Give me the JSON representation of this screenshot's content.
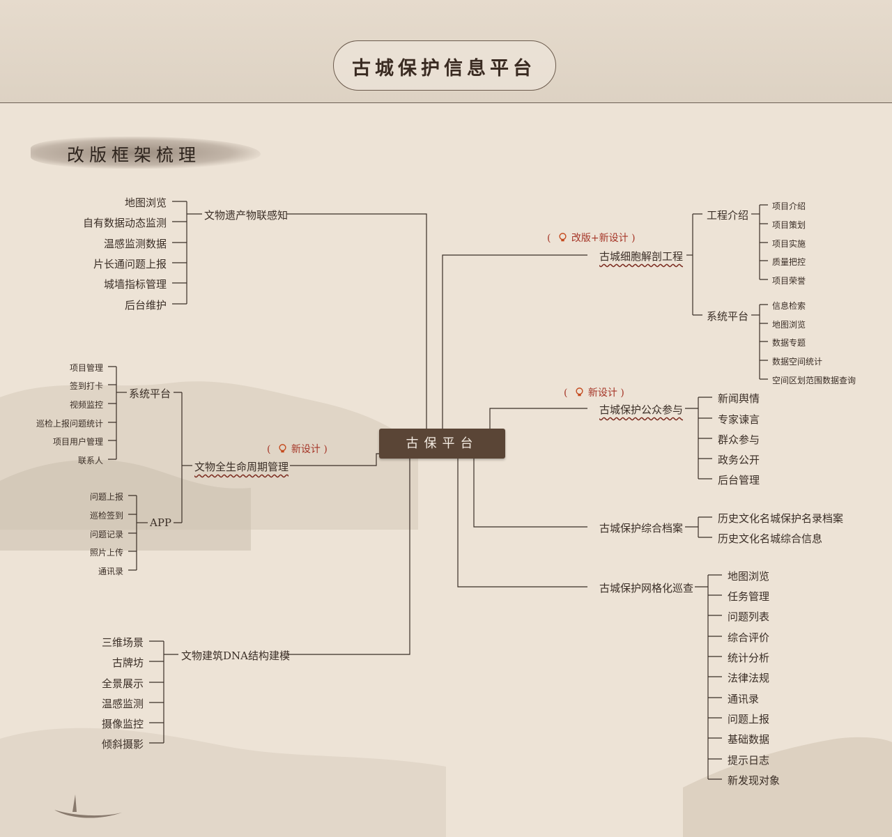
{
  "header": {
    "title": "古城保护信息平台"
  },
  "section_title": "改版框架梳理",
  "root": "古保平台",
  "tags": {
    "revamp_new": "改版+新设计",
    "new": "新设计"
  },
  "left_branches": {
    "iot": {
      "label": "文物遗产物联感知",
      "children": [
        "地图浏览",
        "自有数据动态监测",
        "温感监测数据",
        "片长通问题上报",
        "城墙指标管理",
        "后台维护"
      ]
    },
    "lifecycle": {
      "label": "文物全生命周期管理",
      "system": {
        "label": "系统平台",
        "children": [
          "项目管理",
          "签到打卡",
          "视频监控",
          "巡检上报问题统计",
          "项目用户管理",
          "联系人"
        ]
      },
      "app": {
        "label": "APP",
        "children": [
          "问题上报",
          "巡检签到",
          "问题记录",
          "照片上传",
          "通讯录"
        ]
      }
    },
    "dna": {
      "label": "文物建筑DNA结构建模",
      "children": [
        "三维场景",
        "古牌坊",
        "全景展示",
        "温感监测",
        "摄像监控",
        "倾斜摄影"
      ]
    }
  },
  "right_branches": {
    "cell": {
      "label": "古城细胞解剖工程",
      "intro": {
        "label": "工程介绍",
        "children": [
          "项目介绍",
          "项目策划",
          "项目实施",
          "质量把控",
          "项目荣誉"
        ]
      },
      "system": {
        "label": "系统平台",
        "children": [
          "信息检索",
          "地图浏览",
          "数据专题",
          "数据空间统计",
          "空间区划范围数据查询"
        ]
      }
    },
    "public": {
      "label": "古城保护公众参与",
      "children": [
        "新闻舆情",
        "专家谏言",
        "群众参与",
        "政务公开",
        "后台管理"
      ]
    },
    "archive": {
      "label": "古城保护综合档案",
      "children": [
        "历史文化名城保护名录档案",
        "历史文化名城综合信息"
      ]
    },
    "grid": {
      "label": "古城保护网格化巡查",
      "children": [
        "地图浏览",
        "任务管理",
        "问题列表",
        "综合评价",
        "统计分析",
        "法律法规",
        "通讯录",
        "问题上报",
        "基础数据",
        "提示日志",
        "新发现对象"
      ]
    }
  }
}
